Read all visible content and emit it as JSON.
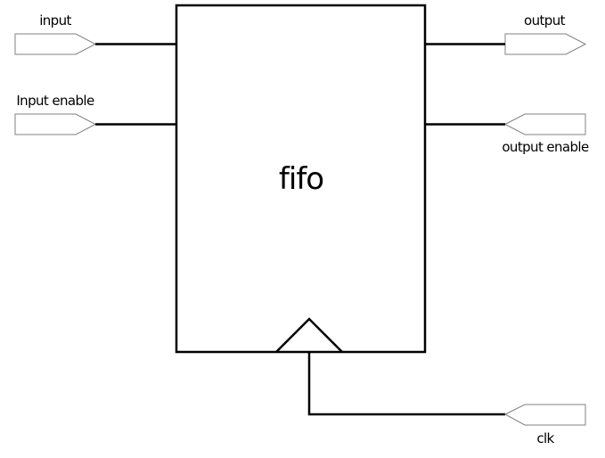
{
  "block": {
    "name": "fifo"
  },
  "ports": {
    "input": {
      "label": "input",
      "direction": "in"
    },
    "input_enable": {
      "label": "Input enable",
      "direction": "in"
    },
    "output": {
      "label": "output",
      "direction": "out"
    },
    "output_enable": {
      "label": "output enable",
      "direction": "in"
    },
    "clk": {
      "label": "clk",
      "direction": "in"
    }
  },
  "colors": {
    "wire": "#000000",
    "port_outline": "#808080",
    "background": "#ffffff"
  }
}
